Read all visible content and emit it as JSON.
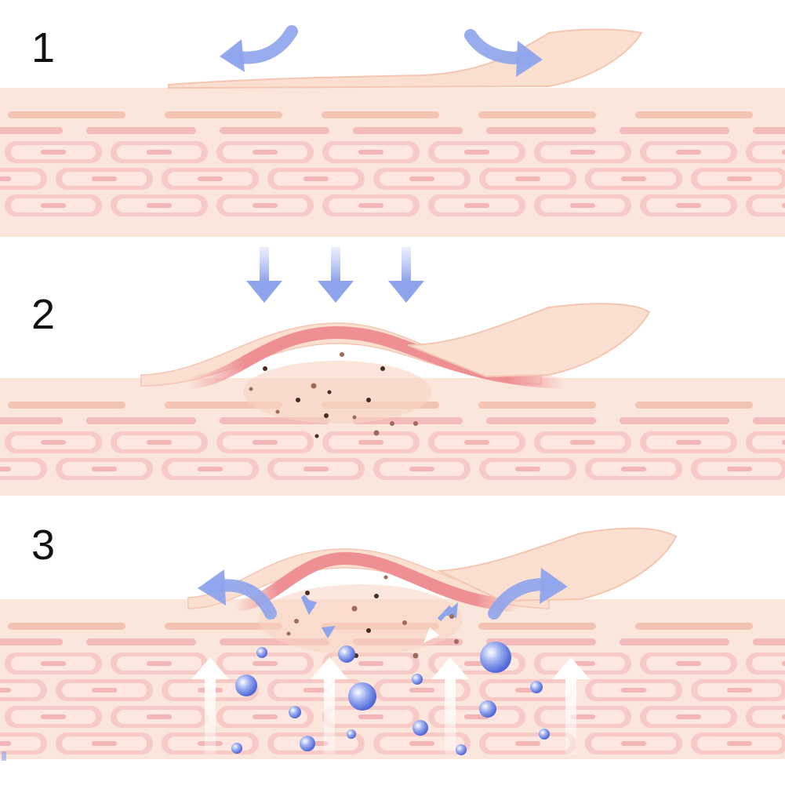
{
  "steps": [
    {
      "number": "1",
      "description_icon": "patch-peel-arrows-icon"
    },
    {
      "number": "2",
      "description_icon": "press-down-arrows-icon"
    },
    {
      "number": "3",
      "description_icon": "extraction-arrows-icon"
    }
  ],
  "colors": {
    "skin_light": "#fbe6db",
    "skin_mid": "#f9d3c3",
    "skin_stripe": "#f2b8a4",
    "skin_red_stripe": "#ef9fa3",
    "cell_outer": "#f8c3c0",
    "cell_inner": "#fde7e0",
    "patch": "#fbe0d2",
    "patch_border": "#f4c6b2",
    "inflamed": "#ee8f93",
    "arrow_blue": "#8ea4ec",
    "bubble_blue": "#6f86e6",
    "white_arrow": "#ffffff",
    "debris_dark": "#4a2a22",
    "debris_brown": "#a06a58"
  }
}
